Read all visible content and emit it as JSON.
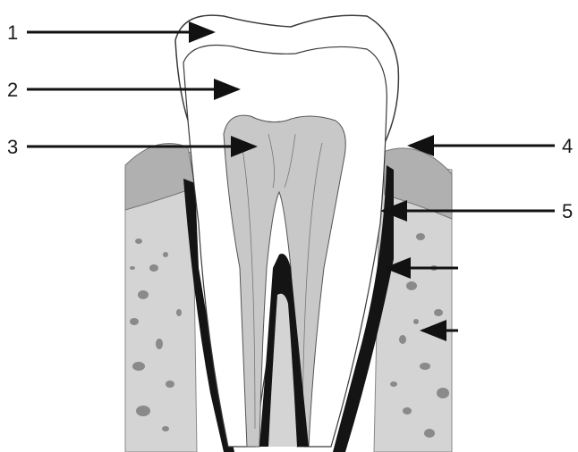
{
  "labels": {
    "l1": "1",
    "l2": "2",
    "l3": "3",
    "l4": "4",
    "l5": "5"
  },
  "colors": {
    "bone": "#d4d4d4",
    "bone_spot": "#8a8a8a",
    "pulp": "#c8c8c8",
    "gum": "#b0b0b0",
    "ligament": "#141414",
    "outline": "#3a3a3a"
  }
}
